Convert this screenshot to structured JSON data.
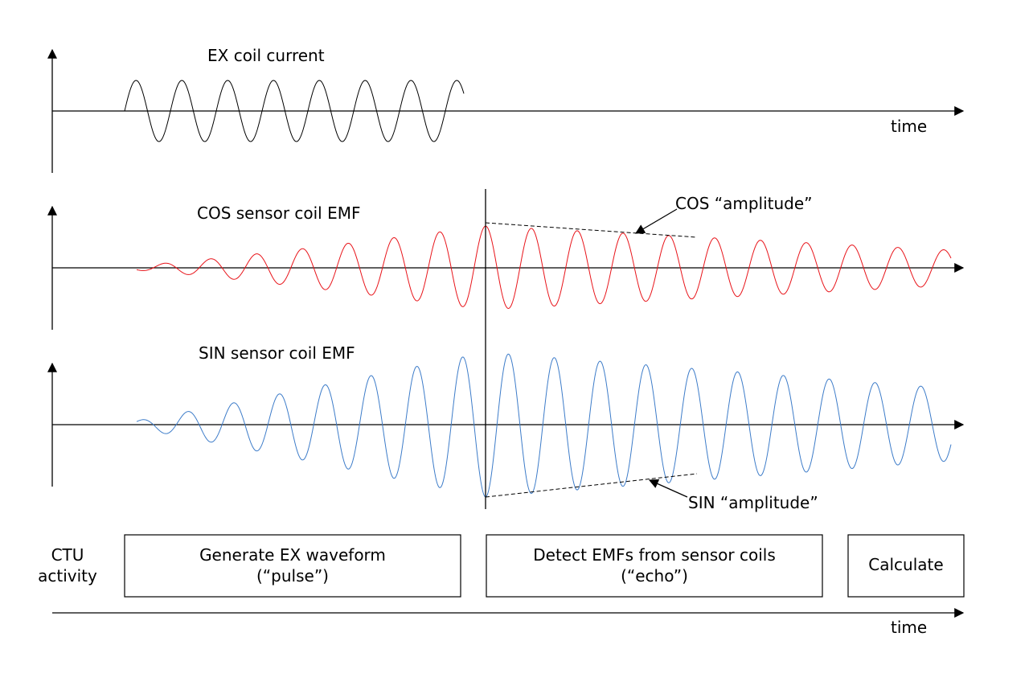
{
  "colors": {
    "ex": "#000000",
    "cos": "#e8141a",
    "sin": "#3d7cc9",
    "axis": "#000000"
  },
  "plots": {
    "ex": {
      "title": "EX coil current",
      "xlabel": "time"
    },
    "cos": {
      "title": "COS sensor coil EMF"
    },
    "sin": {
      "title": "SIN sensor coil EMF"
    }
  },
  "annotations": {
    "cos_amplitude": "COS “amplitude”",
    "sin_amplitude": "SIN “amplitude”"
  },
  "ctu": {
    "label_line1": "CTU",
    "label_line2": "activity",
    "xlabel": "time",
    "phases": [
      {
        "line1": "Generate EX waveform",
        "line2": "(“pulse”)"
      },
      {
        "line1": "Detect EMFs from sensor coils",
        "line2": "(“echo”)"
      },
      {
        "line1": "Calculate",
        "line2": ""
      }
    ]
  }
}
